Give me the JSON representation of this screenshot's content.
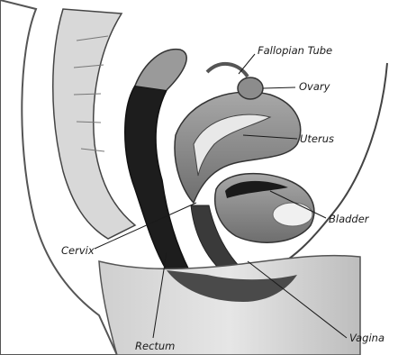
{
  "labels": {
    "fallopian_tube": "Fallopian Tube",
    "ovary": "Ovary",
    "uterus": "Uterus",
    "bladder": "Bladder",
    "cervix": "Cervix",
    "vagina": "Vagina",
    "rectum": "Rectum"
  }
}
